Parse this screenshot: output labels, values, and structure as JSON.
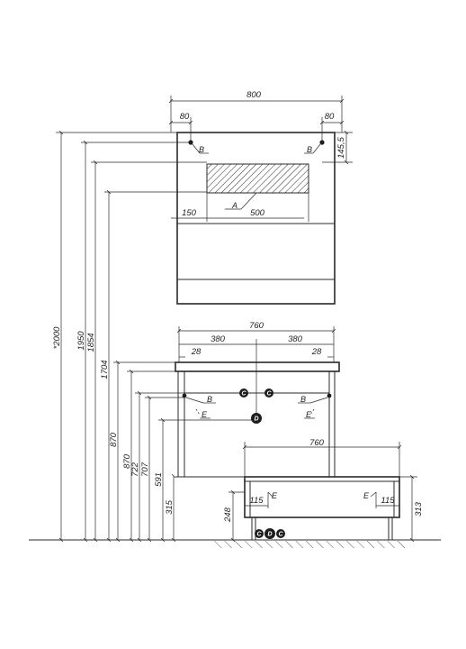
{
  "mirror": {
    "width": "800",
    "left_hole": "80",
    "right_hole": "80",
    "top_offset": "145,5",
    "light_offset": "150",
    "light_width": "500",
    "markers": {
      "a": "A",
      "b_left": "B",
      "b_right": "B"
    }
  },
  "heights": {
    "total": "*2000",
    "h1950": "1950",
    "h1854": "1854",
    "h1704": "1704",
    "h870a": "870",
    "h870b": "870",
    "h722": "722",
    "h707": "707",
    "h591": "591",
    "h315": "315",
    "h248": "248",
    "h313": "313"
  },
  "vanity": {
    "width": "760",
    "left_half": "380",
    "right_half": "380",
    "left_edge": "28",
    "right_edge": "28",
    "markers": {
      "b_left": "B",
      "b_right": "B",
      "e_left": "E",
      "e_right": "E"
    }
  },
  "cabinet": {
    "width": "760",
    "left_offset": "115",
    "right_offset": "115",
    "markers": {
      "e_left": "E",
      "e_right": "E"
    }
  },
  "connections": {
    "c_left": "C",
    "c_right": "C",
    "d_mid": "D",
    "floor_c1": "C",
    "floor_d": "D",
    "floor_c2": "C"
  }
}
